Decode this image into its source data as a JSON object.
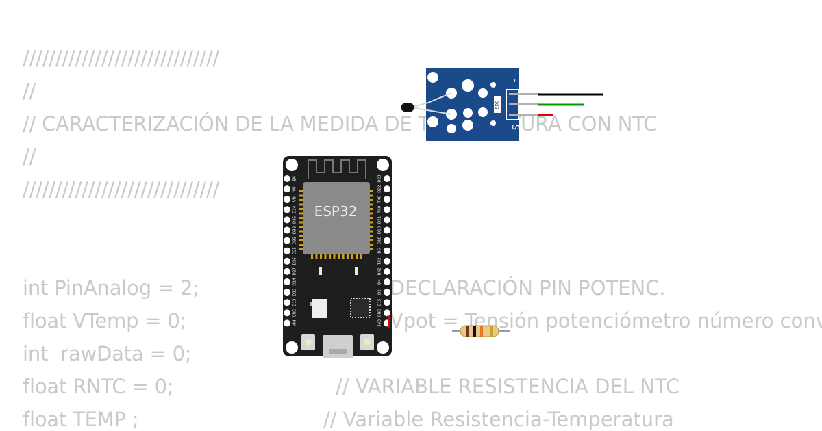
{
  "code": {
    "line1": "//////////////////////////////",
    "line2": "//",
    "line3": "// CARACTERIZACIÓN DE LA MEDIDA DE TEMPERATURA CON NTC",
    "line4": "//",
    "line5": "//////////////////////////////",
    "decl1": "int PinAnalog = 2;",
    "decl1_comment": "// DECLARACIÓN PIN POTENC.",
    "decl2": "float VTemp = 0;",
    "decl2_comment": "// Vpot = Tensión potenciómetro número conv.",
    "decl3": "int  rawData = 0;",
    "decl4": "float RNTC = 0;",
    "decl4_comment": "// VARIABLE RESISTENCIA DEL NTC",
    "decl5": "float TEMP ;",
    "decl5_comment": "// Variable Resistencia-Temperatura"
  },
  "esp32": {
    "chip_label": "ESP32",
    "left_pins": [
      "EN",
      "VP",
      "VN",
      "D34",
      "D35",
      "D32",
      "D33",
      "D25",
      "D26",
      "D27",
      "D14",
      "D12",
      "D13",
      "GND",
      "VIN"
    ],
    "right_pins": [
      "D23",
      "D22",
      "TX0",
      "RX0",
      "D21",
      "D19",
      "D18",
      "D5",
      "TX2",
      "RX2",
      "D4",
      "D2",
      "D15",
      "GND",
      "3V3"
    ]
  },
  "sensor": {
    "label": "SDC",
    "pin_minus": "-",
    "pin_s": "S"
  },
  "colors": {
    "board": "#1e1e1e",
    "sensor_board": "#1a4a8a",
    "wire_black": "#000000",
    "wire_green": "#009900",
    "wire_red": "#e00000",
    "code_text": "#c9c9c9"
  }
}
